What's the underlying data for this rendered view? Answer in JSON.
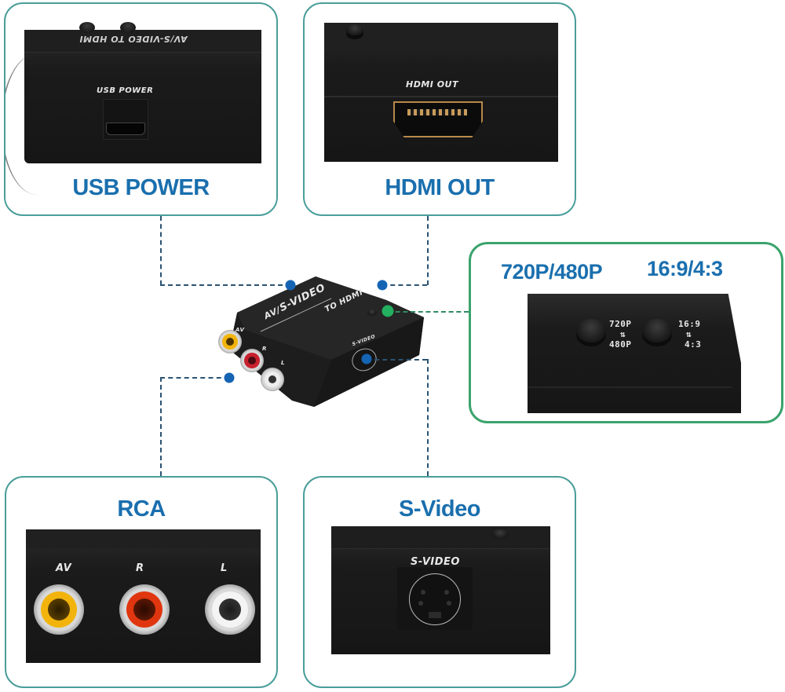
{
  "panels": {
    "usb_power": {
      "title": "USB POWER",
      "device_label": "USB POWER",
      "top_text_mirrored": "AV/S-VIDEO TO HDMI"
    },
    "hdmi_out": {
      "title": "HDMI OUT",
      "device_label": "HDMI OUT"
    },
    "switches": {
      "title_left": "720P/480P",
      "title_right": "16:9/4:3",
      "switch_1": {
        "top": "720P",
        "arrows": "⇅",
        "bottom": "480P"
      },
      "switch_2": {
        "top": "16:9",
        "arrows": "⇅",
        "bottom": "4:3"
      }
    },
    "rca": {
      "title": "RCA",
      "jacks": [
        {
          "label": "AV",
          "color": "#f2b40c"
        },
        {
          "label": "R",
          "color": "#e0360f"
        },
        {
          "label": "L",
          "color": "#f4f4f4"
        }
      ]
    },
    "svideo": {
      "title": "S-Video",
      "device_label": "S-VIDEO"
    }
  },
  "center_device": {
    "label_main_prefix": "AV/",
    "label_main_s": "S-VIDEO",
    "label_sub": "TO HDMI",
    "jack_labels": [
      "AV",
      "R",
      "L"
    ],
    "svideo_label": "S-VIDEO"
  },
  "colors": {
    "title_blue": "#1a6fae",
    "panel_border_teal": "#4a9e9a",
    "panel_border_green": "#3aa36c",
    "dot_blue": "#1564b4",
    "dot_green": "#23b060",
    "dashed_line": "#2a5373"
  }
}
